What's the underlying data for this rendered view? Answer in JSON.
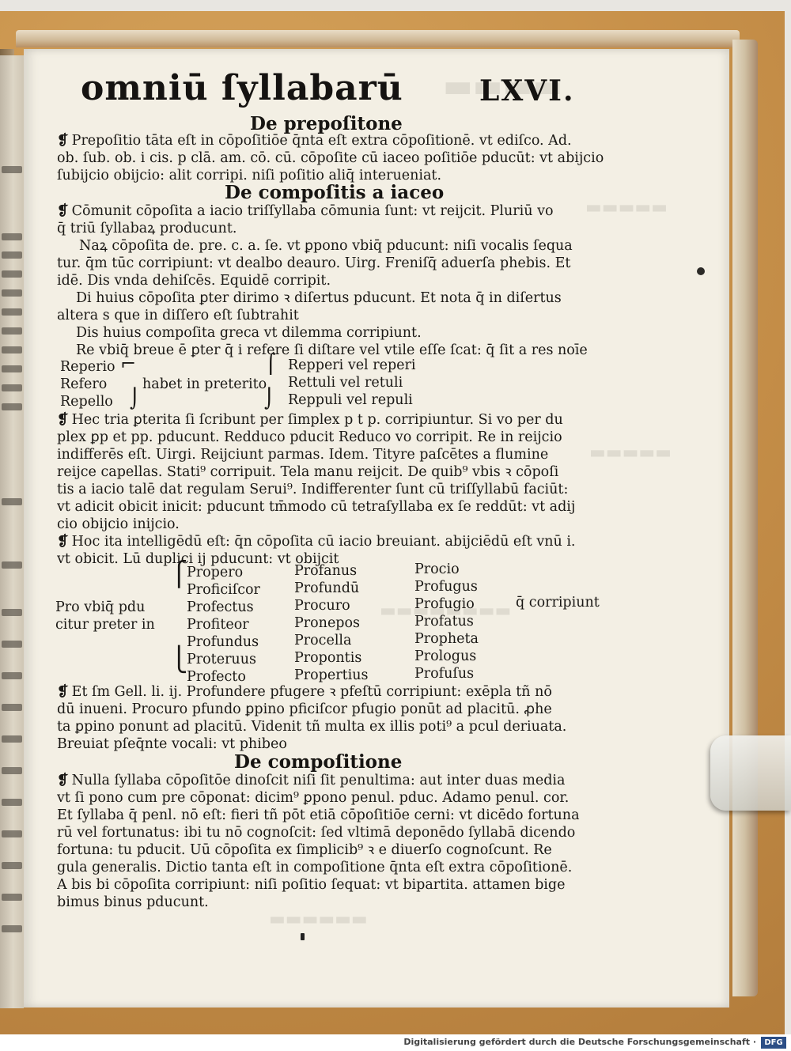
{
  "header": {
    "title": "omniū ſyllabarū",
    "folio": "LXVI."
  },
  "sections": {
    "s1": "De prepoſitone",
    "s2": "De compoſitis a iaceo",
    "s3": "De compoſitione"
  },
  "lines": [
    "Prepoſitio tāta eſt in cōpoſitiōe q̄nta eſt extra cōpoſitionē. vt ediſco. Ad.",
    "ob. ſub. ob. i cis. p clā. am. cō. cū. cōpoſite cū iaceo poſitiōe pducūt: vt abijcio",
    "ſubijcio obijcio: alit corripi. niſi poſitio aliq̄ interueniat.",
    "Cōmunit cōpoſita a iacio triſſyllaba cōmunia ſunt: vt reijcit. Pluriū vo",
    "q̄ triū ſyllabaꝝ producunt.",
    "Naꝝ cōpoſita de. pre. c. a. ſe. vt ꝑpono vbiq̄ pducunt: niſi vocalis ſequa",
    "tur. q̄m tūc corripiunt: vt dealbo deauro. Uirg. Freniſq̄ aduerſa phebis. Et",
    "idē. Dis vnda dehiſcēs. Equidē corripit.",
    "Di huius cōpoſita ꝑter dirimo ꝛ diſertus pducunt. Et nota q̄ in diſertus",
    "altera s que in diſſero eſt ſubtrahit",
    "Dis huius compoſita greca vt dilemma corripiunt.",
    "Re vbiq̄ breue ē ꝑter q̄ i refere ſi diſtare vel vtile eſſe ſcat: q̄ ſit a res noīe",
    "Hec tria ꝑterita ſi ſcribunt per ſimplex p t p. corripiuntur. Si vo per du",
    "plex ꝑp et pp. pducunt. Redduco pducit Reduco vo corripit. Re in reijcio",
    "indifferēs eſt. Uirgi. Reijciunt parmas. Idem. Tityre paſcētes a flumine",
    "reijce capellas. Stati⁹ corripuit. Tela manu reijcit. De quib⁹ vbis ꝛ cōpoſi",
    "tis a iacio talē dat regulam Serui⁹. Indifferenter ſunt cū triſſyllabū faciūt:",
    "vt adicit obicit inicit: pducunt tm̄modo cū tetraſyllaba ex ſe reddūt: vt adij",
    "cio obijcio inijcio.",
    "Hoc ita intelligēdū eſt: q̄n cōpoſita cū iacio breuiant. abijciēdū eſt vnū i.",
    "vt obicit. Lū duplici ij pducunt: vt obijcit",
    "Et ſm Gell. li. ij. Profundere pfugere ꝛ pfeſtū corripiunt: exēpla tñ nō",
    "dū inueni. Procuro pfundo ꝑpino pficiſcor pfugio ponūt ad placitū. ꝓhe",
    "ta ꝑpino ponunt ad placitū. Videnit tñ multa ex illis poti⁹ a pcul deriuata.",
    "Breuiat pſeq̄nte vocali: vt phibeo",
    "Nulla ſyllaba cōpoſitōe dinoſcit niſi ſit penultima: aut inter duas media",
    "vt ſi pono cum pre cōponat: dicim⁹ ꝑpono penul. pduc. Adamo penul. cor.",
    "Et ſyllaba q̄ penl. nō eſt: fieri tñ pōt etiā cōpoſitiōe cerni: vt dicēdo fortuna",
    "rū vel fortunatus: ibi tu nō cognoſcit: ſed vltimā deponēdo ſyllabā dicendo",
    "fortuna: tu pducit. Uū cōpoſita ex ſimplicib⁹ ꝛ e diuerſo cognoſcunt. Re",
    "gula generalis. Dictio tanta eſt in compoſitione q̄nta eſt extra cōpoſitionē.",
    "A bis bi cōpoſita corripiunt: niſi poſitio ſequat: vt bipartita. attamen bige",
    "bimus binus pducunt."
  ],
  "table1": {
    "left": [
      "Reperio",
      "Refero",
      "Repello"
    ],
    "mid": "habet in preterito",
    "right": [
      "Repperi vel reperi",
      "Rettuli vel retuli",
      "Reppuli vel repuli"
    ]
  },
  "table2": {
    "lead": [
      "Pro vbiq̄ pdu",
      "citur preter in"
    ],
    "col1": [
      "Propero",
      "Proficiſcor",
      "Profectus",
      "Profiteor",
      "Profundus",
      "Proteruus",
      "Profecto"
    ],
    "col2": [
      "Profanus",
      "Profundū",
      "Procuro",
      "Pronepos",
      "Procella",
      "Propontis",
      "Propertius"
    ],
    "col3": [
      "Procio",
      "Profugus",
      "Profugio",
      "Profatus",
      "Propheta",
      "Prologus",
      "Profuſus"
    ],
    "tail": "q̄ corripiunt"
  },
  "footer": {
    "text": "Digitalisierung gefördert durch die Deutsche Forschungsgemeinschaft ·",
    "logo": "DFG"
  }
}
